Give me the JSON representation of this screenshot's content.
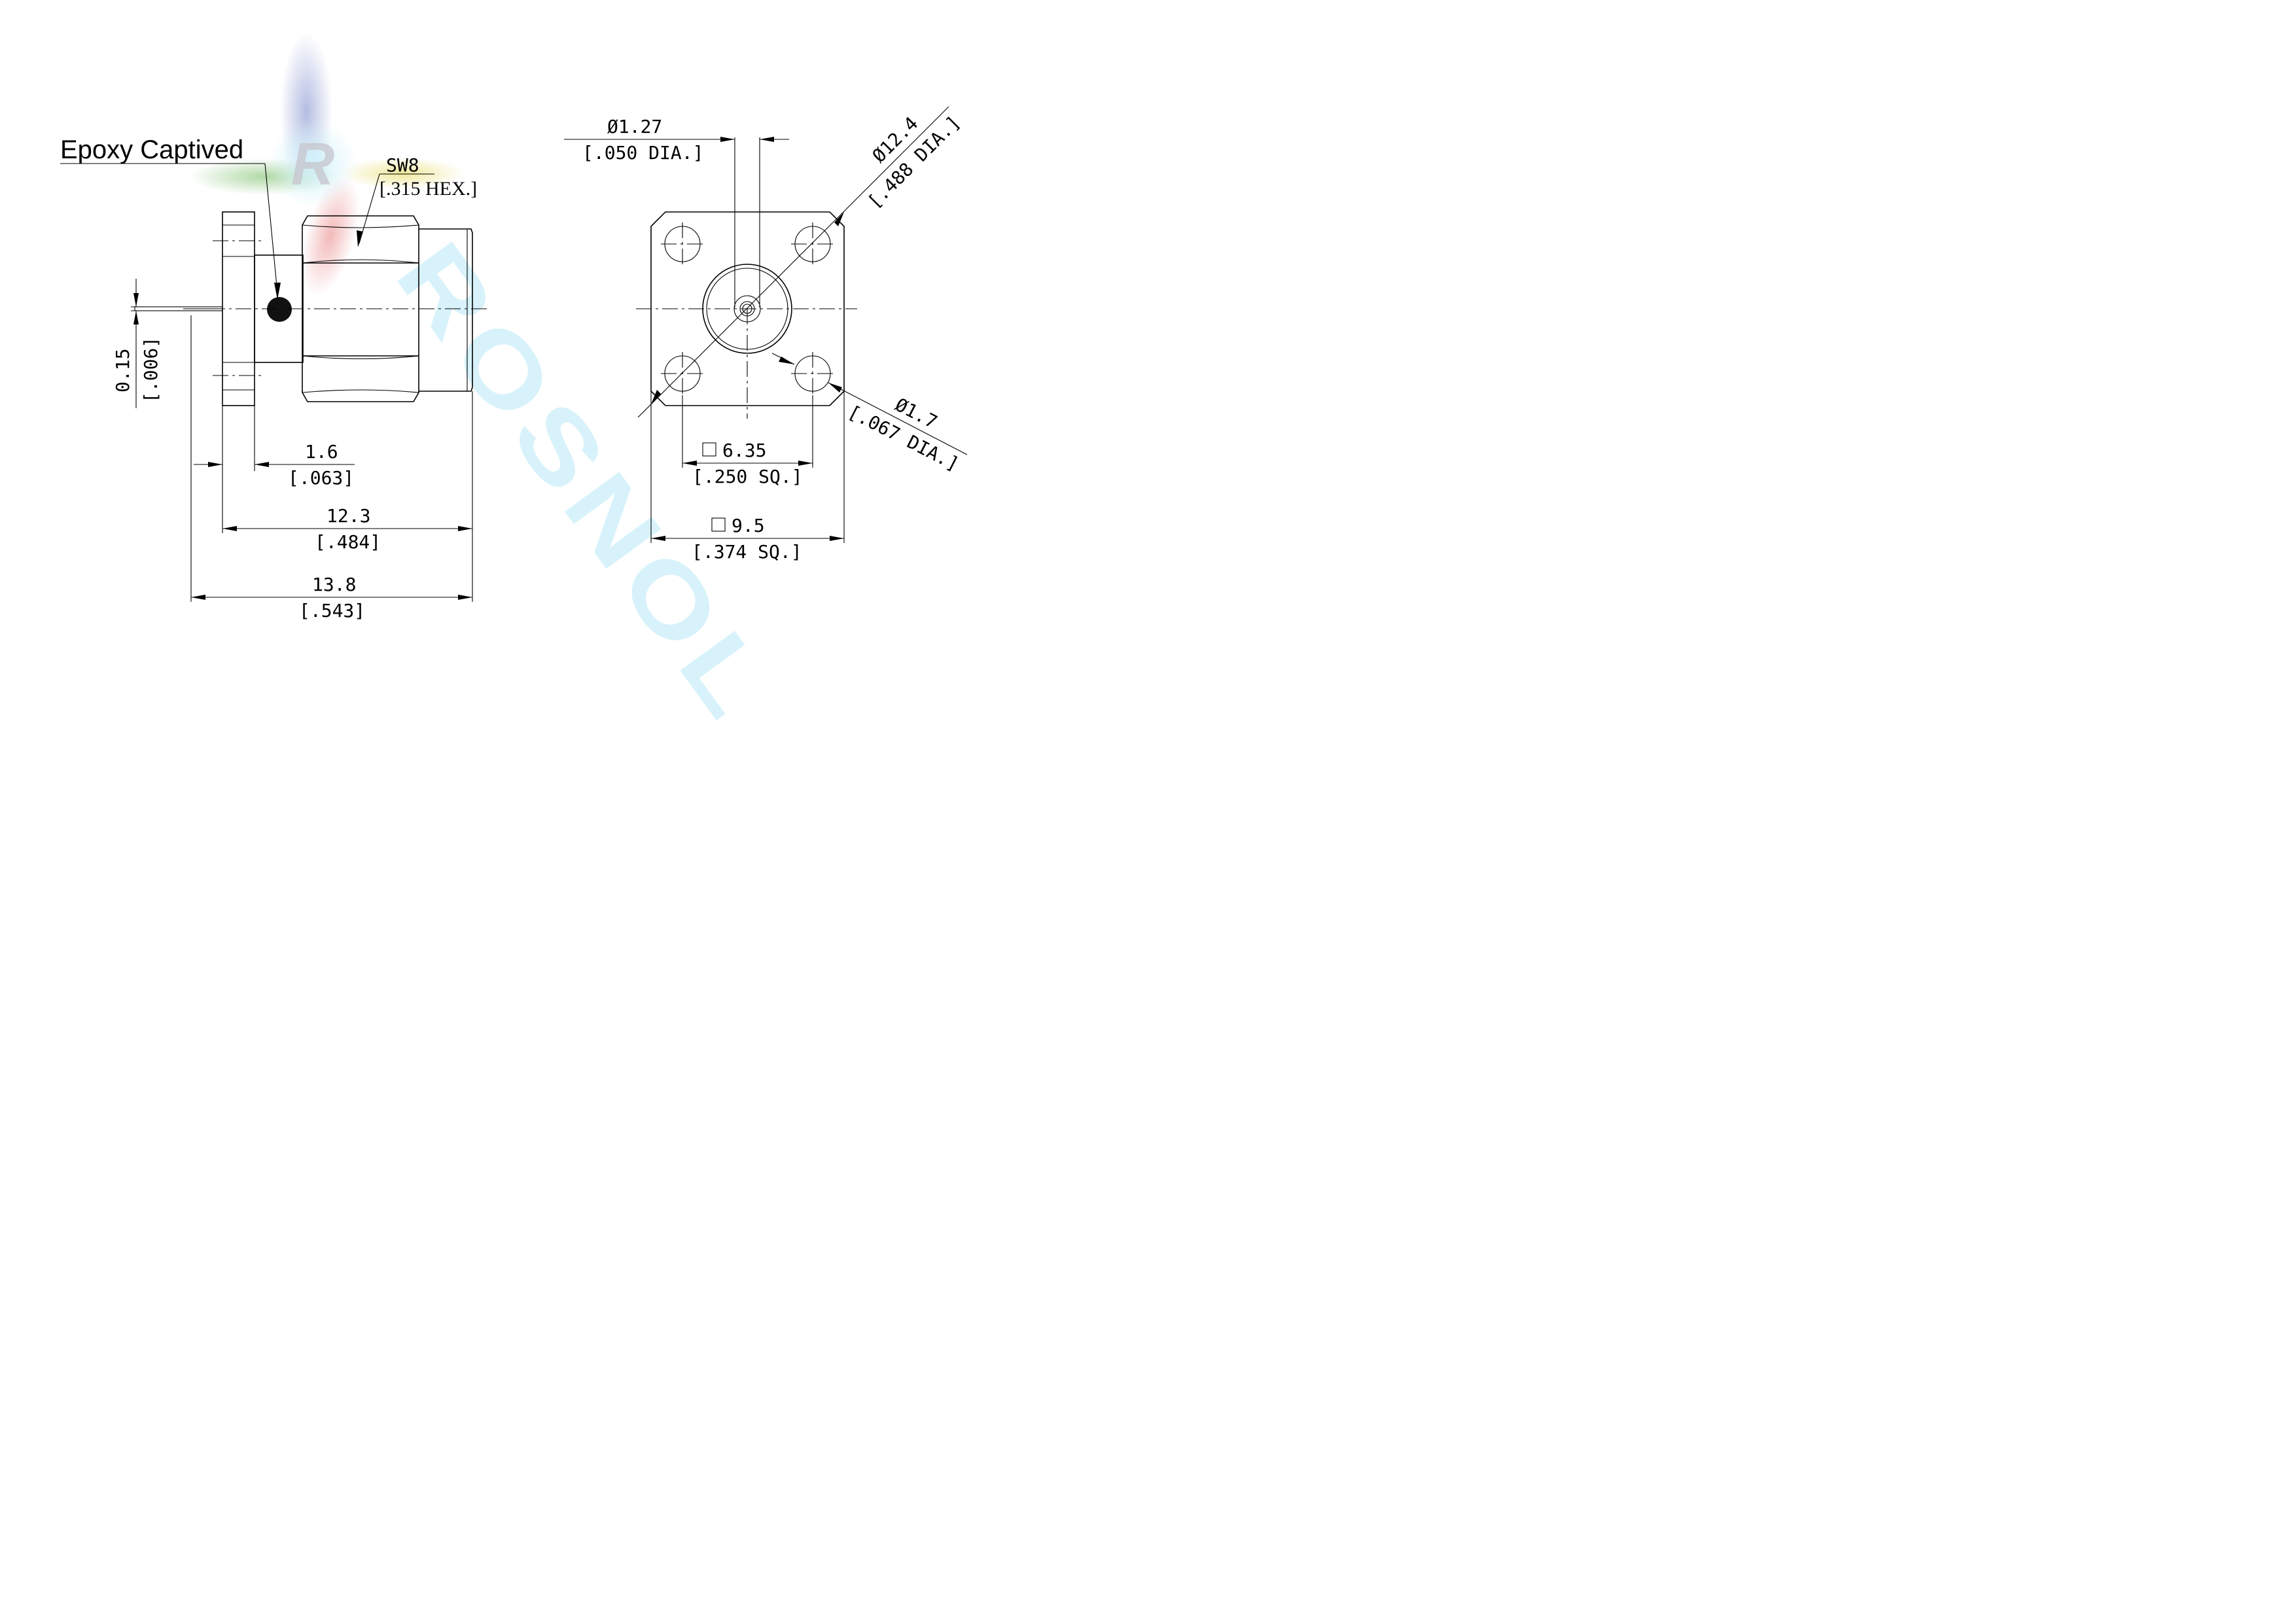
{
  "watermark": {
    "text": "ROSNOL",
    "badge_letter": "R",
    "colors": {
      "blue": "#9aa7d8",
      "red": "#f0a7a7",
      "green": "#9ccf8e",
      "yellow": "#eee58f",
      "cyan": "#b7e8f6"
    }
  },
  "side_view": {
    "callout": "Epoxy Captived",
    "hex": {
      "main": "SW8",
      "sub": "[.315 HEX.]"
    },
    "pin_dia": {
      "main": "0.15",
      "sub": "[.006]"
    },
    "flange": {
      "main": "1.6",
      "sub": "[.063]"
    },
    "body_len": {
      "main": "12.3",
      "sub": "[.484]"
    },
    "overall_len": {
      "main": "13.8",
      "sub": "[.543]"
    }
  },
  "front_view": {
    "pin": {
      "main": "Ø1.27",
      "sub": "[.050 DIA.]"
    },
    "outer_dia": {
      "main": "Ø12.4",
      "sub": "[.488 DIA.]"
    },
    "hole_dia": {
      "main": "Ø1.7",
      "sub": "[.067 DIA.]"
    },
    "hole_spacing": {
      "main": "6.35",
      "sub": "[.250 SQ.]"
    },
    "flange_sq": {
      "main": "9.5",
      "sub": "[.374 SQ.]"
    }
  }
}
